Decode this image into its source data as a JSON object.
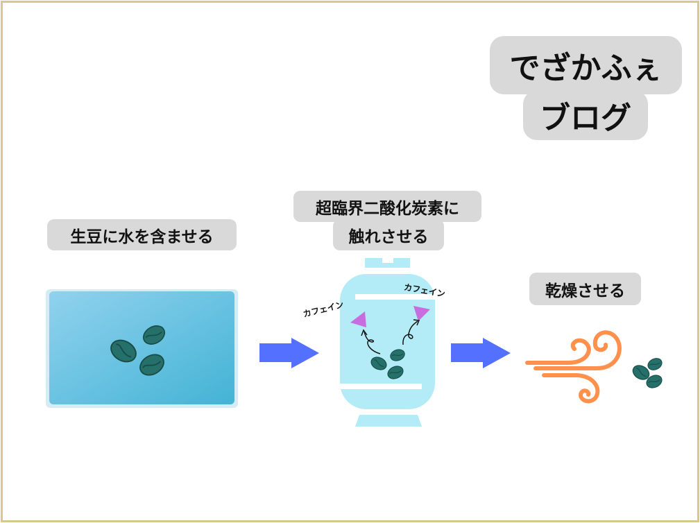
{
  "logo": {
    "line1": "でざかふぇ",
    "line2": "ブログ"
  },
  "steps": [
    {
      "label": "生豆に水を含ませる"
    },
    {
      "label_line1": "超臨界二酸化炭素に",
      "label_line2": "触れさせる"
    },
    {
      "label": "乾燥させる"
    }
  ],
  "caffeine_labels": [
    "カフェイン",
    "カフェイン"
  ],
  "colors": {
    "border": "#d9c88e",
    "label_bg": "#d9d9d9",
    "arrow": "#5470ff",
    "vessel": "#b3ecf7",
    "bean": "#25706a",
    "wind": "#ff914d",
    "caffeine": "#c86de0"
  }
}
